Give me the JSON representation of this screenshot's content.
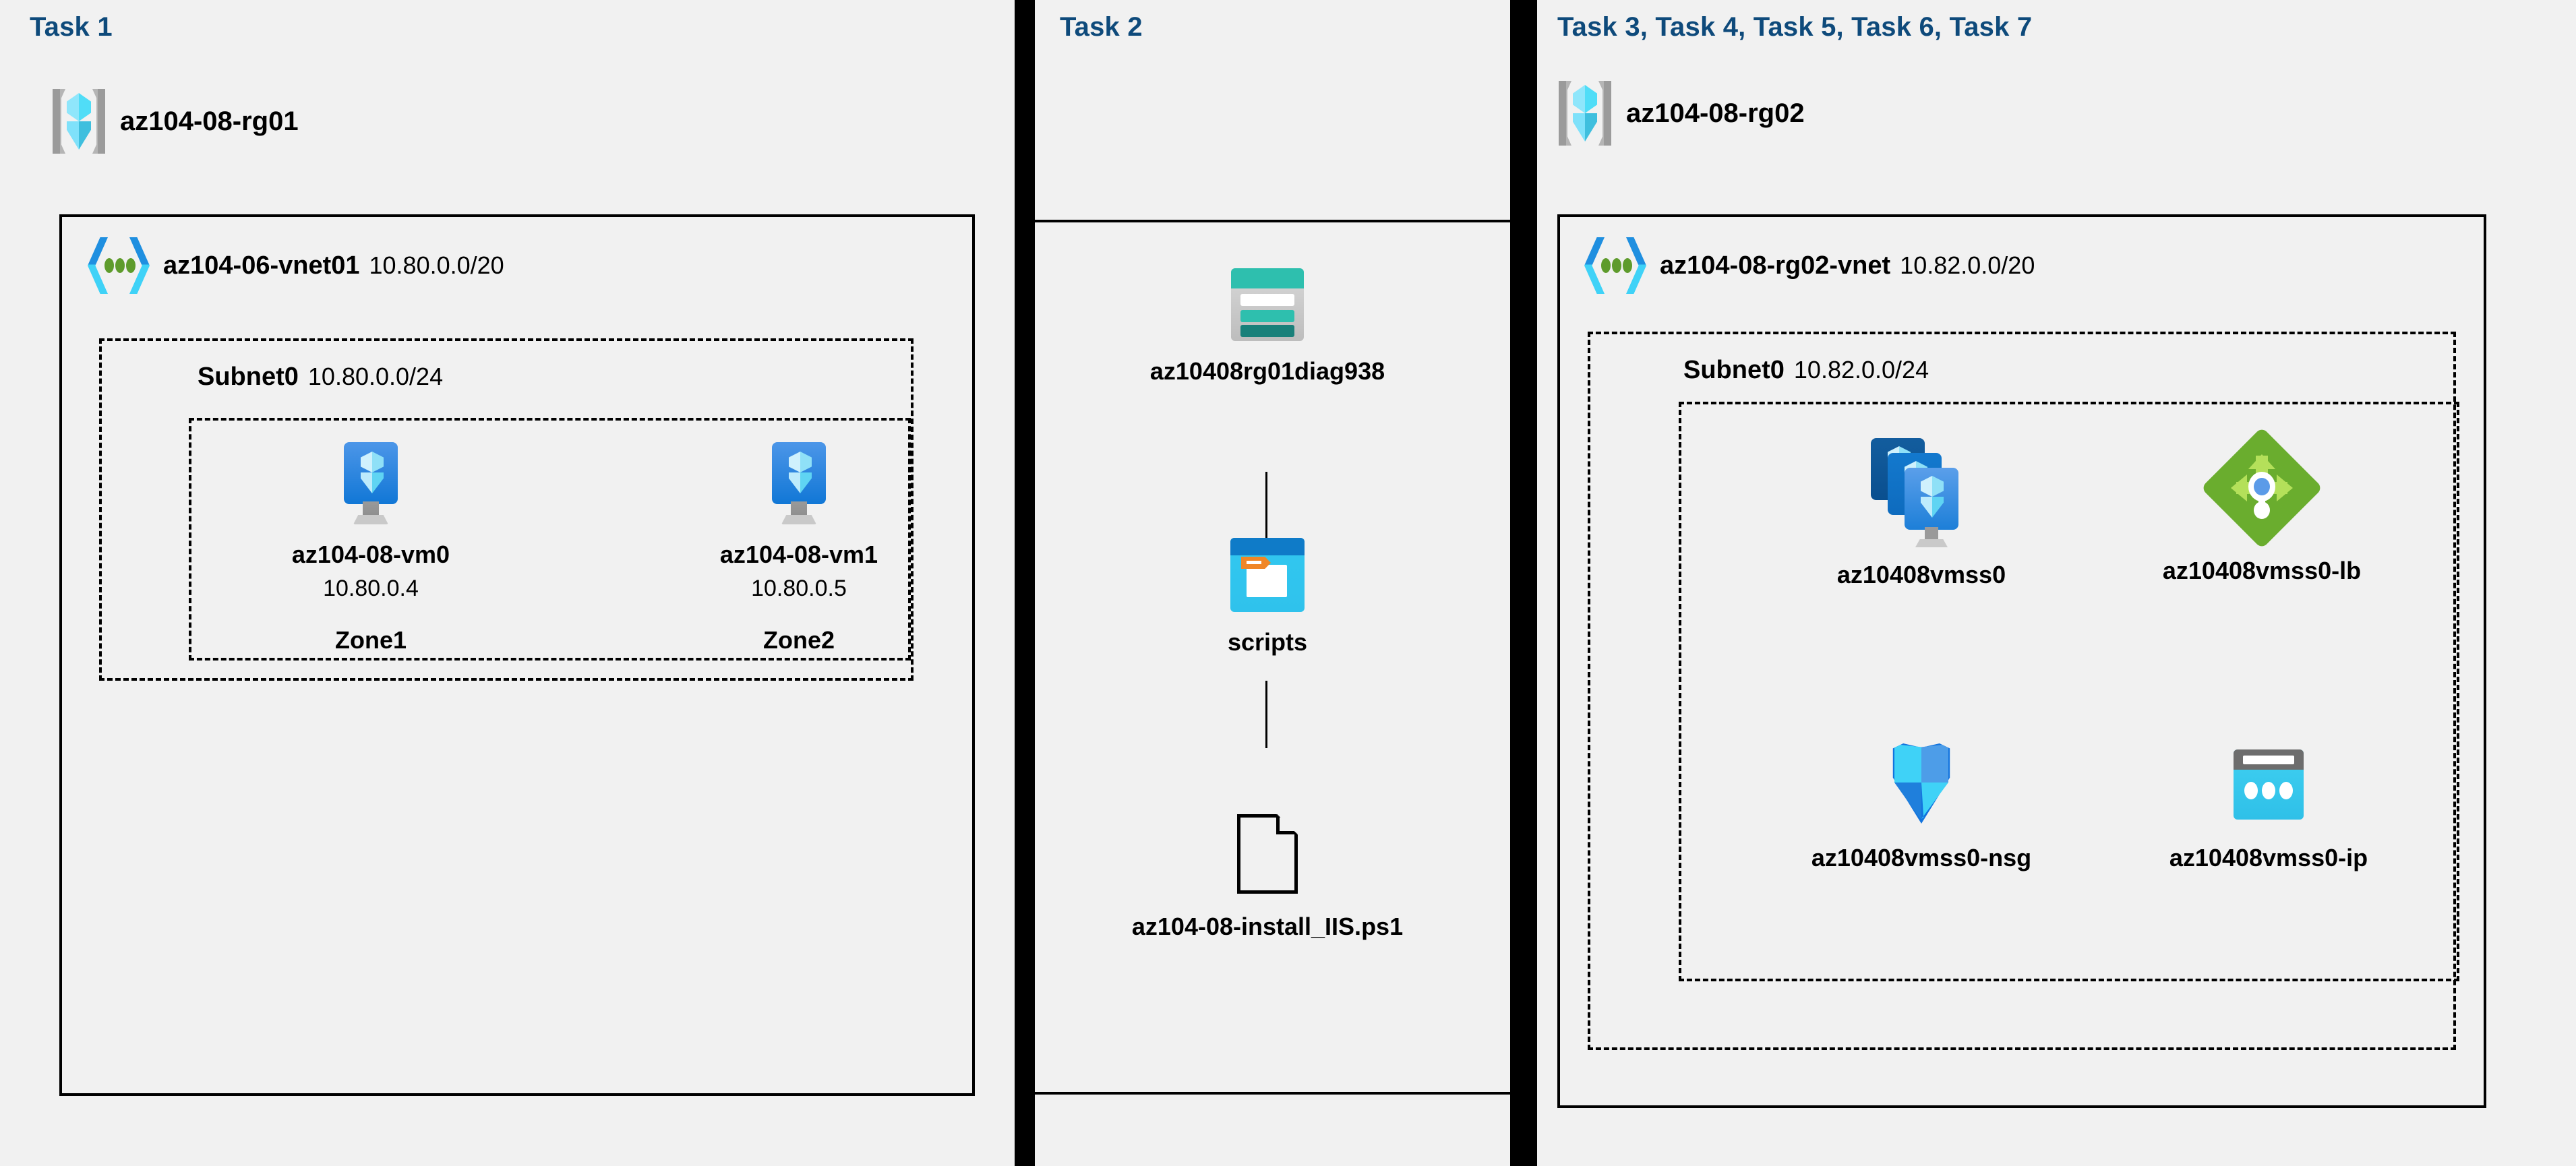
{
  "diagram": {
    "background_color": "#F1F1F1",
    "accent_color": "#0E4A7B"
  },
  "panels": [
    {
      "id": "task1",
      "title": "Task 1",
      "resource_group": {
        "name": "az104-08-rg01",
        "icon": "resource-group-icon"
      },
      "vnet": {
        "name": "az104-06-vnet01",
        "cidr": "10.80.0.0/20",
        "icon": "virtual-network-icon"
      },
      "subnet": {
        "name": "Subnet0",
        "cidr": "10.80.0.0/24"
      },
      "resources": [
        {
          "name": "az104-08-vm0",
          "ip": "10.80.0.4",
          "zone": "Zone1",
          "icon": "virtual-machine-icon"
        },
        {
          "name": "az104-08-vm1",
          "ip": "10.80.0.5",
          "zone": "Zone2",
          "icon": "virtual-machine-icon"
        }
      ]
    },
    {
      "id": "task2",
      "title": "Task 2",
      "resources": [
        {
          "name": "az10408rg01diag938",
          "icon": "storage-account-icon"
        },
        {
          "name": "scripts",
          "icon": "blob-container-icon"
        },
        {
          "name": "az104-08-install_IIS.ps1",
          "icon": "file-icon"
        }
      ]
    },
    {
      "id": "task3to7",
      "title": "Task 3, Task 4, Task 5, Task 6, Task 7",
      "resource_group": {
        "name": "az104-08-rg02",
        "icon": "resource-group-icon"
      },
      "vnet": {
        "name": "az104-08-rg02-vnet",
        "cidr": "10.82.0.0/20",
        "icon": "virtual-network-icon"
      },
      "subnet": {
        "name": "Subnet0",
        "cidr": "10.82.0.0/24"
      },
      "resources": [
        {
          "name": "az10408vmss0",
          "icon": "vmss-icon"
        },
        {
          "name": "az10408vmss0-lb",
          "icon": "load-balancer-icon"
        },
        {
          "name": "az10408vmss0-nsg",
          "icon": "network-security-group-icon"
        },
        {
          "name": "az10408vmss0-ip",
          "icon": "public-ip-icon"
        }
      ]
    }
  ]
}
